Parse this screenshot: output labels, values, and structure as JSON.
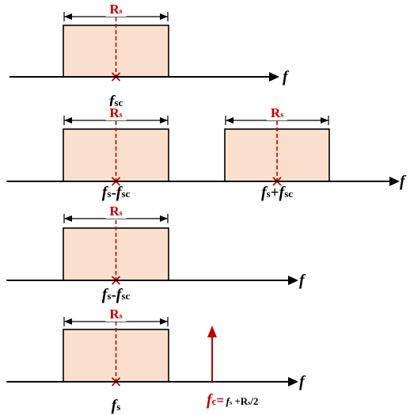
{
  "axis_label": "f",
  "bandwidth_label": {
    "main": "R",
    "sub": "s"
  },
  "rows": [
    {
      "id": "row1",
      "boxes": [
        {
          "label_parts": [
            {
              "t": "f",
              "cls": "fi"
            },
            {
              "t": "sc",
              "cls": "sub"
            }
          ]
        }
      ]
    },
    {
      "id": "row2",
      "boxes": [
        {
          "label_parts": [
            {
              "t": "f",
              "cls": "fi"
            },
            {
              "t": "s",
              "cls": "sub"
            },
            {
              "t": "-",
              "cls": "op"
            },
            {
              "t": "f",
              "cls": "fi"
            },
            {
              "t": "sc",
              "cls": "sub"
            }
          ]
        },
        {
          "label_parts": [
            {
              "t": "f",
              "cls": "fi"
            },
            {
              "t": "s",
              "cls": "sub"
            },
            {
              "t": "+",
              "cls": "op"
            },
            {
              "t": "f",
              "cls": "fi"
            },
            {
              "t": "sc",
              "cls": "sub"
            }
          ]
        }
      ]
    },
    {
      "id": "row3",
      "boxes": [
        {
          "label_parts": [
            {
              "t": "f",
              "cls": "fi"
            },
            {
              "t": "s",
              "cls": "sub"
            },
            {
              "t": "-",
              "cls": "op"
            },
            {
              "t": "f",
              "cls": "fi"
            },
            {
              "t": "sc",
              "cls": "sub"
            }
          ]
        }
      ]
    },
    {
      "id": "row4",
      "boxes": [
        {
          "label_parts": [
            {
              "t": "f",
              "cls": "fi"
            },
            {
              "t": "s",
              "cls": "sub"
            }
          ]
        }
      ],
      "carrier_label": {
        "main": "f",
        "main_sub": "c",
        "eq": "=",
        "expr_f": "f",
        "expr_f_sub": "s",
        "expr_rest": "+R",
        "expr_rest_sub": "s",
        "expr_tail": "/2"
      }
    }
  ]
}
